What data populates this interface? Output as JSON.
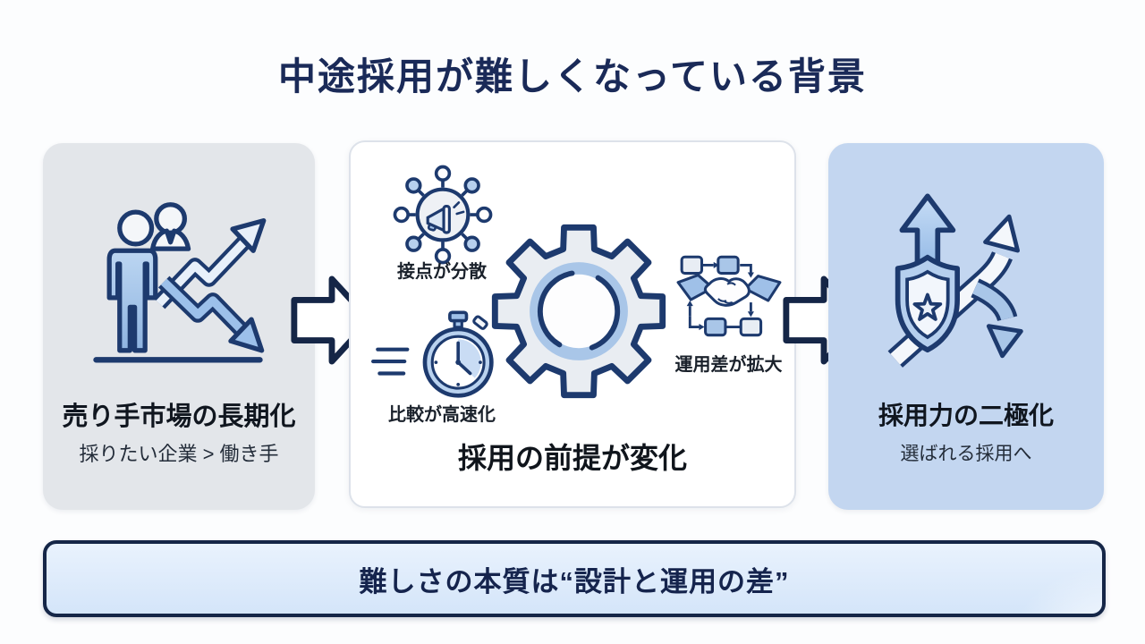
{
  "title": "中途採用が難しくなっている背景",
  "panels": {
    "left": {
      "title": "売り手市場の長期化",
      "subtitle": "採りたい企業 > 働き手",
      "icon": "people-growth-decline-arrows-icon"
    },
    "middle": {
      "caption": "採用の前提が変化",
      "center_icon": "gear-icon",
      "items": [
        {
          "label": "接点が分散",
          "icon": "megaphone-network-icon"
        },
        {
          "label": "比較が高速化",
          "icon": "speed-stopwatch-icon"
        },
        {
          "label": "運用差が拡大",
          "icon": "handshake-workflow-icon"
        }
      ]
    },
    "right": {
      "title": "採用力の二極化",
      "subtitle": "選ばれる採用へ",
      "icon": "shield-diverging-arrows-icon"
    }
  },
  "footer": {
    "text": "難しさの本質は“設計と運用の差”"
  },
  "colors": {
    "navy_outline": "#1d3a6e",
    "deep_navy": "#152647",
    "title_navy": "#1a2a58",
    "panel_gray": "#e3e6ea",
    "panel_blue": "#c3d6f0",
    "footer_blue": "#dcebfb",
    "icon_blue": "#9fc0e8",
    "icon_blue_light": "#c9dcf4"
  }
}
